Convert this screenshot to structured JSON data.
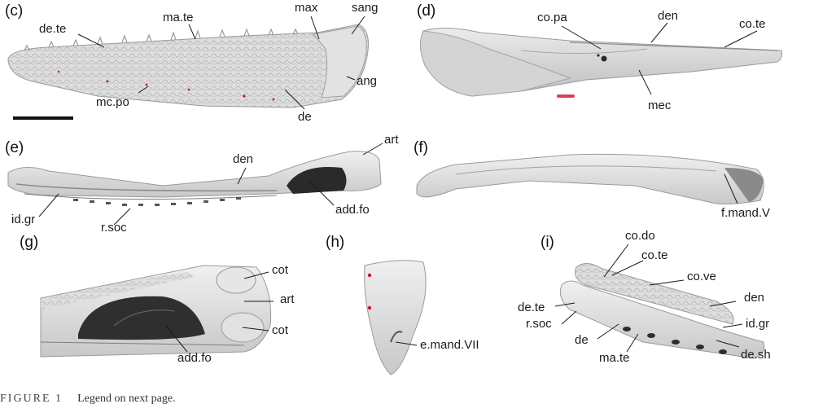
{
  "panels": {
    "c": {
      "letter": "(c)",
      "labels": {
        "de_te": "de.te",
        "ma_te": "ma.te",
        "max": "max",
        "sang": "sang",
        "ang": "ang",
        "mc_po": "mc.po",
        "de": "de"
      }
    },
    "d": {
      "letter": "(d)",
      "labels": {
        "co_pa": "co.pa",
        "den": "den",
        "co_te": "co.te",
        "mec": "mec"
      }
    },
    "e": {
      "letter": "(e)",
      "labels": {
        "art": "art",
        "den": "den",
        "add_fo": "add.fo",
        "id_gr": "id.gr",
        "r_soc": "r.soc"
      }
    },
    "f": {
      "letter": "(f)",
      "labels": {
        "f_mand_v": "f.mand.V"
      }
    },
    "g": {
      "letter": "(g)",
      "labels": {
        "cot_top": "cot",
        "art": "art",
        "cot_bottom": "cot",
        "add_fo": "add.fo"
      }
    },
    "h": {
      "letter": "(h)",
      "labels": {
        "e_mand_vii": "e.mand.VII"
      }
    },
    "i": {
      "letter": "(i)",
      "labels": {
        "co_do": "co.do",
        "co_te": "co.te",
        "co_ve": "co.ve",
        "den": "den",
        "de_te": "de.te",
        "r_soc": "r.soc",
        "id_gr": "id.gr",
        "de": "de",
        "ma_te": "ma.te",
        "de_sh": "de.sh"
      }
    }
  },
  "caption": {
    "figure_id": "FIGURE 1",
    "text": "Legend on next page."
  },
  "colors": {
    "bone": "#dcdcdc",
    "bone_dark": "#a9a9a9",
    "cavity": "#2a2a2a",
    "line": "#1a1a1a",
    "marker": "#d0102a"
  }
}
